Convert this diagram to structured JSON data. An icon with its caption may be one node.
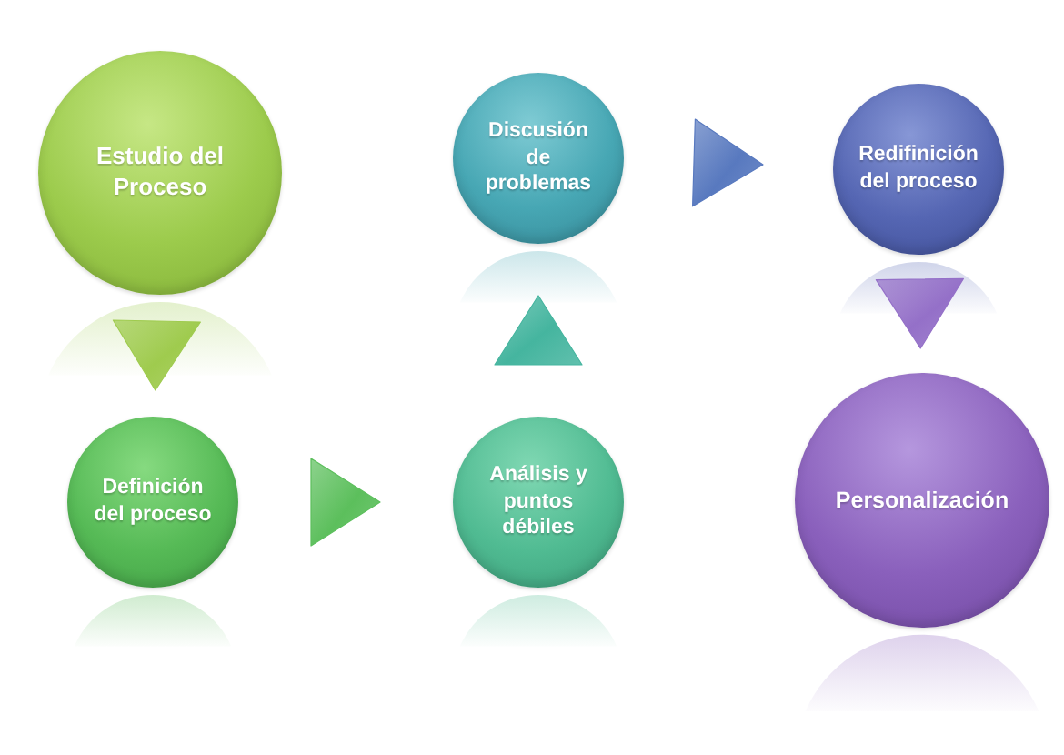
{
  "diagram": {
    "nodes": [
      {
        "text": [
          "Estudio del Proceso"
        ]
      },
      {
        "text": [
          "Definición del proceso"
        ]
      },
      {
        "text": [
          "Análisis y puntos débiles"
        ]
      },
      {
        "text": [
          "Discusión de problemas"
        ]
      },
      {
        "text": [
          "Redifinición del proceso"
        ]
      },
      {
        "text": [
          "Personalización"
        ]
      }
    ],
    "edges": [
      {
        "from": 0,
        "to": 1,
        "arrow": "to",
        "color": "#9fcb4e"
      },
      {
        "from": 1,
        "to": 2,
        "arrow": "to",
        "color": "#5cbf5c"
      },
      {
        "from": 2,
        "to": 3,
        "arrow": "to",
        "color": "#45b59f"
      },
      {
        "from": 3,
        "to": 4,
        "arrow": "to",
        "color": "#5879bf"
      },
      {
        "from": 4,
        "to": 5,
        "arrow": "to",
        "color": "#9470c8"
      }
    ]
  }
}
